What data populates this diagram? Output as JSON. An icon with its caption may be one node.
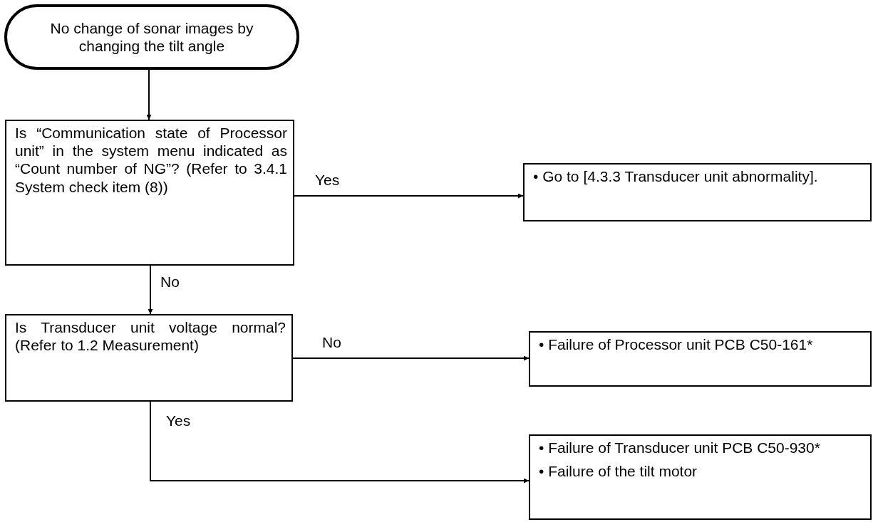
{
  "diagram": {
    "nodes": [
      {
        "text": [
          "No change of sonar images by changing the tilt angle"
        ]
      },
      {
        "text": [
          "Is “Communication state of Processor unit” in the system menu indicated as “Count number of NG”? (Refer to 3.4.1 System check item (8))"
        ]
      },
      {
        "text": [
          "• Go to [4.3.3 Transducer unit abnormality]."
        ]
      },
      {
        "text": [
          "Is Transducer unit voltage normal? (Refer to 1.2 Measurement)"
        ]
      },
      {
        "text": [
          "• Failure of Processor unit PCB C50-161*"
        ]
      },
      {
        "text": [
          "• Failure of Transducer unit PCB C50-930*",
          "• Failure of the tilt motor"
        ]
      }
    ],
    "edges": [
      {
        "from": 0,
        "to": 1,
        "arrow": "to"
      },
      {
        "from": 1,
        "to": 2,
        "arrow": "to",
        "label": "Yes"
      },
      {
        "from": 1,
        "to": 3,
        "arrow": "to",
        "label": "No"
      },
      {
        "from": 3,
        "to": 4,
        "arrow": "to",
        "label": "No"
      },
      {
        "from": 3,
        "to": 5,
        "arrow": "to",
        "label": "Yes"
      }
    ]
  }
}
